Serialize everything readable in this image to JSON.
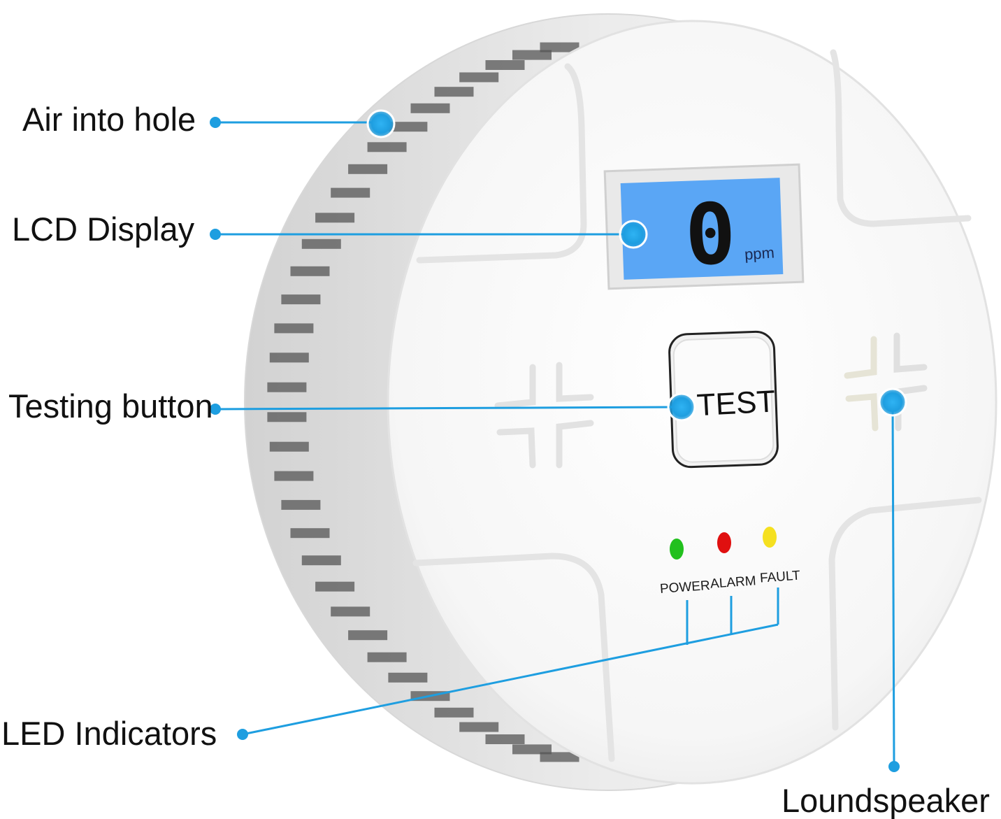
{
  "device": {
    "lcd_reading": "0",
    "lcd_unit": "ppm",
    "test_button_label": "TEST",
    "leds": [
      {
        "label": "POWER",
        "color": "#22c01e"
      },
      {
        "label": "ALARM",
        "color": "#e01010"
      },
      {
        "label": "FAULT",
        "color": "#f5e020"
      }
    ]
  },
  "callouts": {
    "air_hole": "Air into hole",
    "lcd_display": "LCD Display",
    "testing_button": "Testing button",
    "led_indicators": "LED Indicators",
    "loudspeaker": "Loundspeaker"
  },
  "colors": {
    "callout_line": "#1e9ee0",
    "lcd_background": "#5aa6f5",
    "body": "#f7f7f7"
  }
}
